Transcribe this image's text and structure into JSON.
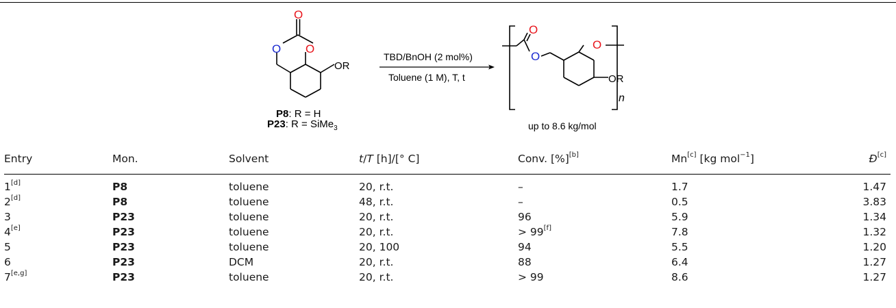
{
  "scheme": {
    "monomer_labels": [
      {
        "id": "P8",
        "text": ": R = H"
      },
      {
        "id": "P23",
        "text": ": R = SiMe",
        "subscript": "3"
      }
    ],
    "reagent_above": "TBD/BnOH (2 mol%)",
    "reagent_below": "Toluene (1 M), T, t",
    "substituent": "OR",
    "polymer_substituent": "OR",
    "repeat_index": "n",
    "yield_note": "up to 8.6 kg/mol",
    "atom_o": "O"
  },
  "table": {
    "headers": {
      "entry": "Entry",
      "mon": "Mon.",
      "solvent": "Solvent",
      "time_temp_t": "t",
      "time_temp_mid": "/",
      "time_temp_T": "T",
      "time_temp_rest": " [h]/[° C]",
      "conv": "Conv. [%]",
      "conv_sup": "[b]",
      "mn": "Mn",
      "mn_sup": "[c]",
      "mn_units": " [kg mol",
      "mn_units_sup": "−1",
      "mn_units_end": "]",
      "disp": "Đ",
      "disp_sup": "[c]"
    },
    "rows": [
      {
        "entry": "1",
        "entry_sup": "[d]",
        "mon": "P8",
        "solvent": "toluene",
        "tt": "20, r.t.",
        "conv": "–",
        "conv_sup": "",
        "mn": "1.7",
        "disp": "1.47"
      },
      {
        "entry": "2",
        "entry_sup": "[d]",
        "mon": "P8",
        "solvent": "toluene",
        "tt": "48, r.t.",
        "conv": "–",
        "conv_sup": "",
        "mn": "0.5",
        "disp": "3.83"
      },
      {
        "entry": "3",
        "entry_sup": "",
        "mon": "P23",
        "solvent": "toluene",
        "tt": "20, r.t.",
        "conv": "96",
        "conv_sup": "",
        "mn": "5.9",
        "disp": "1.34"
      },
      {
        "entry": "4",
        "entry_sup": "[e]",
        "mon": "P23",
        "solvent": "toluene",
        "tt": "20, r.t.",
        "conv": "> 99",
        "conv_sup": "[f]",
        "mn": "7.8",
        "disp": "1.32"
      },
      {
        "entry": "5",
        "entry_sup": "",
        "mon": "P23",
        "solvent": "toluene",
        "tt": "20, 100",
        "conv": "94",
        "conv_sup": "",
        "mn": "5.5",
        "disp": "1.20"
      },
      {
        "entry": "6",
        "entry_sup": "",
        "mon": "P23",
        "solvent": "DCM",
        "tt": "20, r.t.",
        "conv": "88",
        "conv_sup": "",
        "mn": "6.4",
        "disp": "1.27"
      },
      {
        "entry": "7",
        "entry_sup": "[e,g]",
        "mon": "P23",
        "solvent": "toluene",
        "tt": "20, r.t.",
        "conv": "> 99",
        "conv_sup": "",
        "mn": "8.6",
        "disp": "1.27"
      }
    ]
  },
  "colors": {
    "oxygen_red": "#e8141b",
    "oxygen_blue": "#1c2bd1",
    "bond": "#000000"
  }
}
